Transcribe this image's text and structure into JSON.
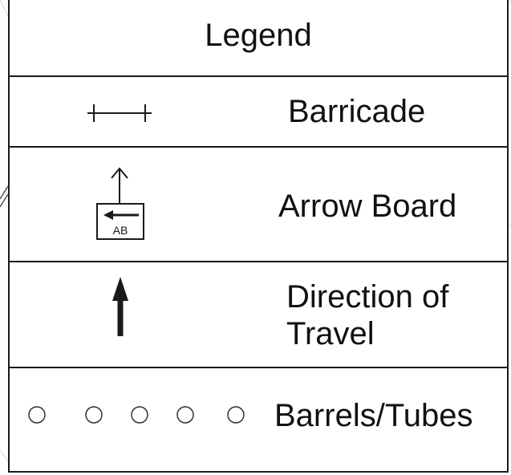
{
  "legend": {
    "title": "Legend",
    "items": [
      {
        "label": "Barricade",
        "icon": "barricade-icon"
      },
      {
        "label": "Arrow Board",
        "icon": "arrow-board-icon",
        "symbol_text": "AB"
      },
      {
        "label": "Direction of Travel",
        "label_lines": [
          "Direction of",
          "Travel"
        ],
        "icon": "direction-arrow-icon"
      },
      {
        "label": "Barrels/Tubes",
        "icon": "barrels-icon"
      }
    ]
  },
  "colors": {
    "line": "#1a1a1a",
    "background": "#ffffff"
  }
}
